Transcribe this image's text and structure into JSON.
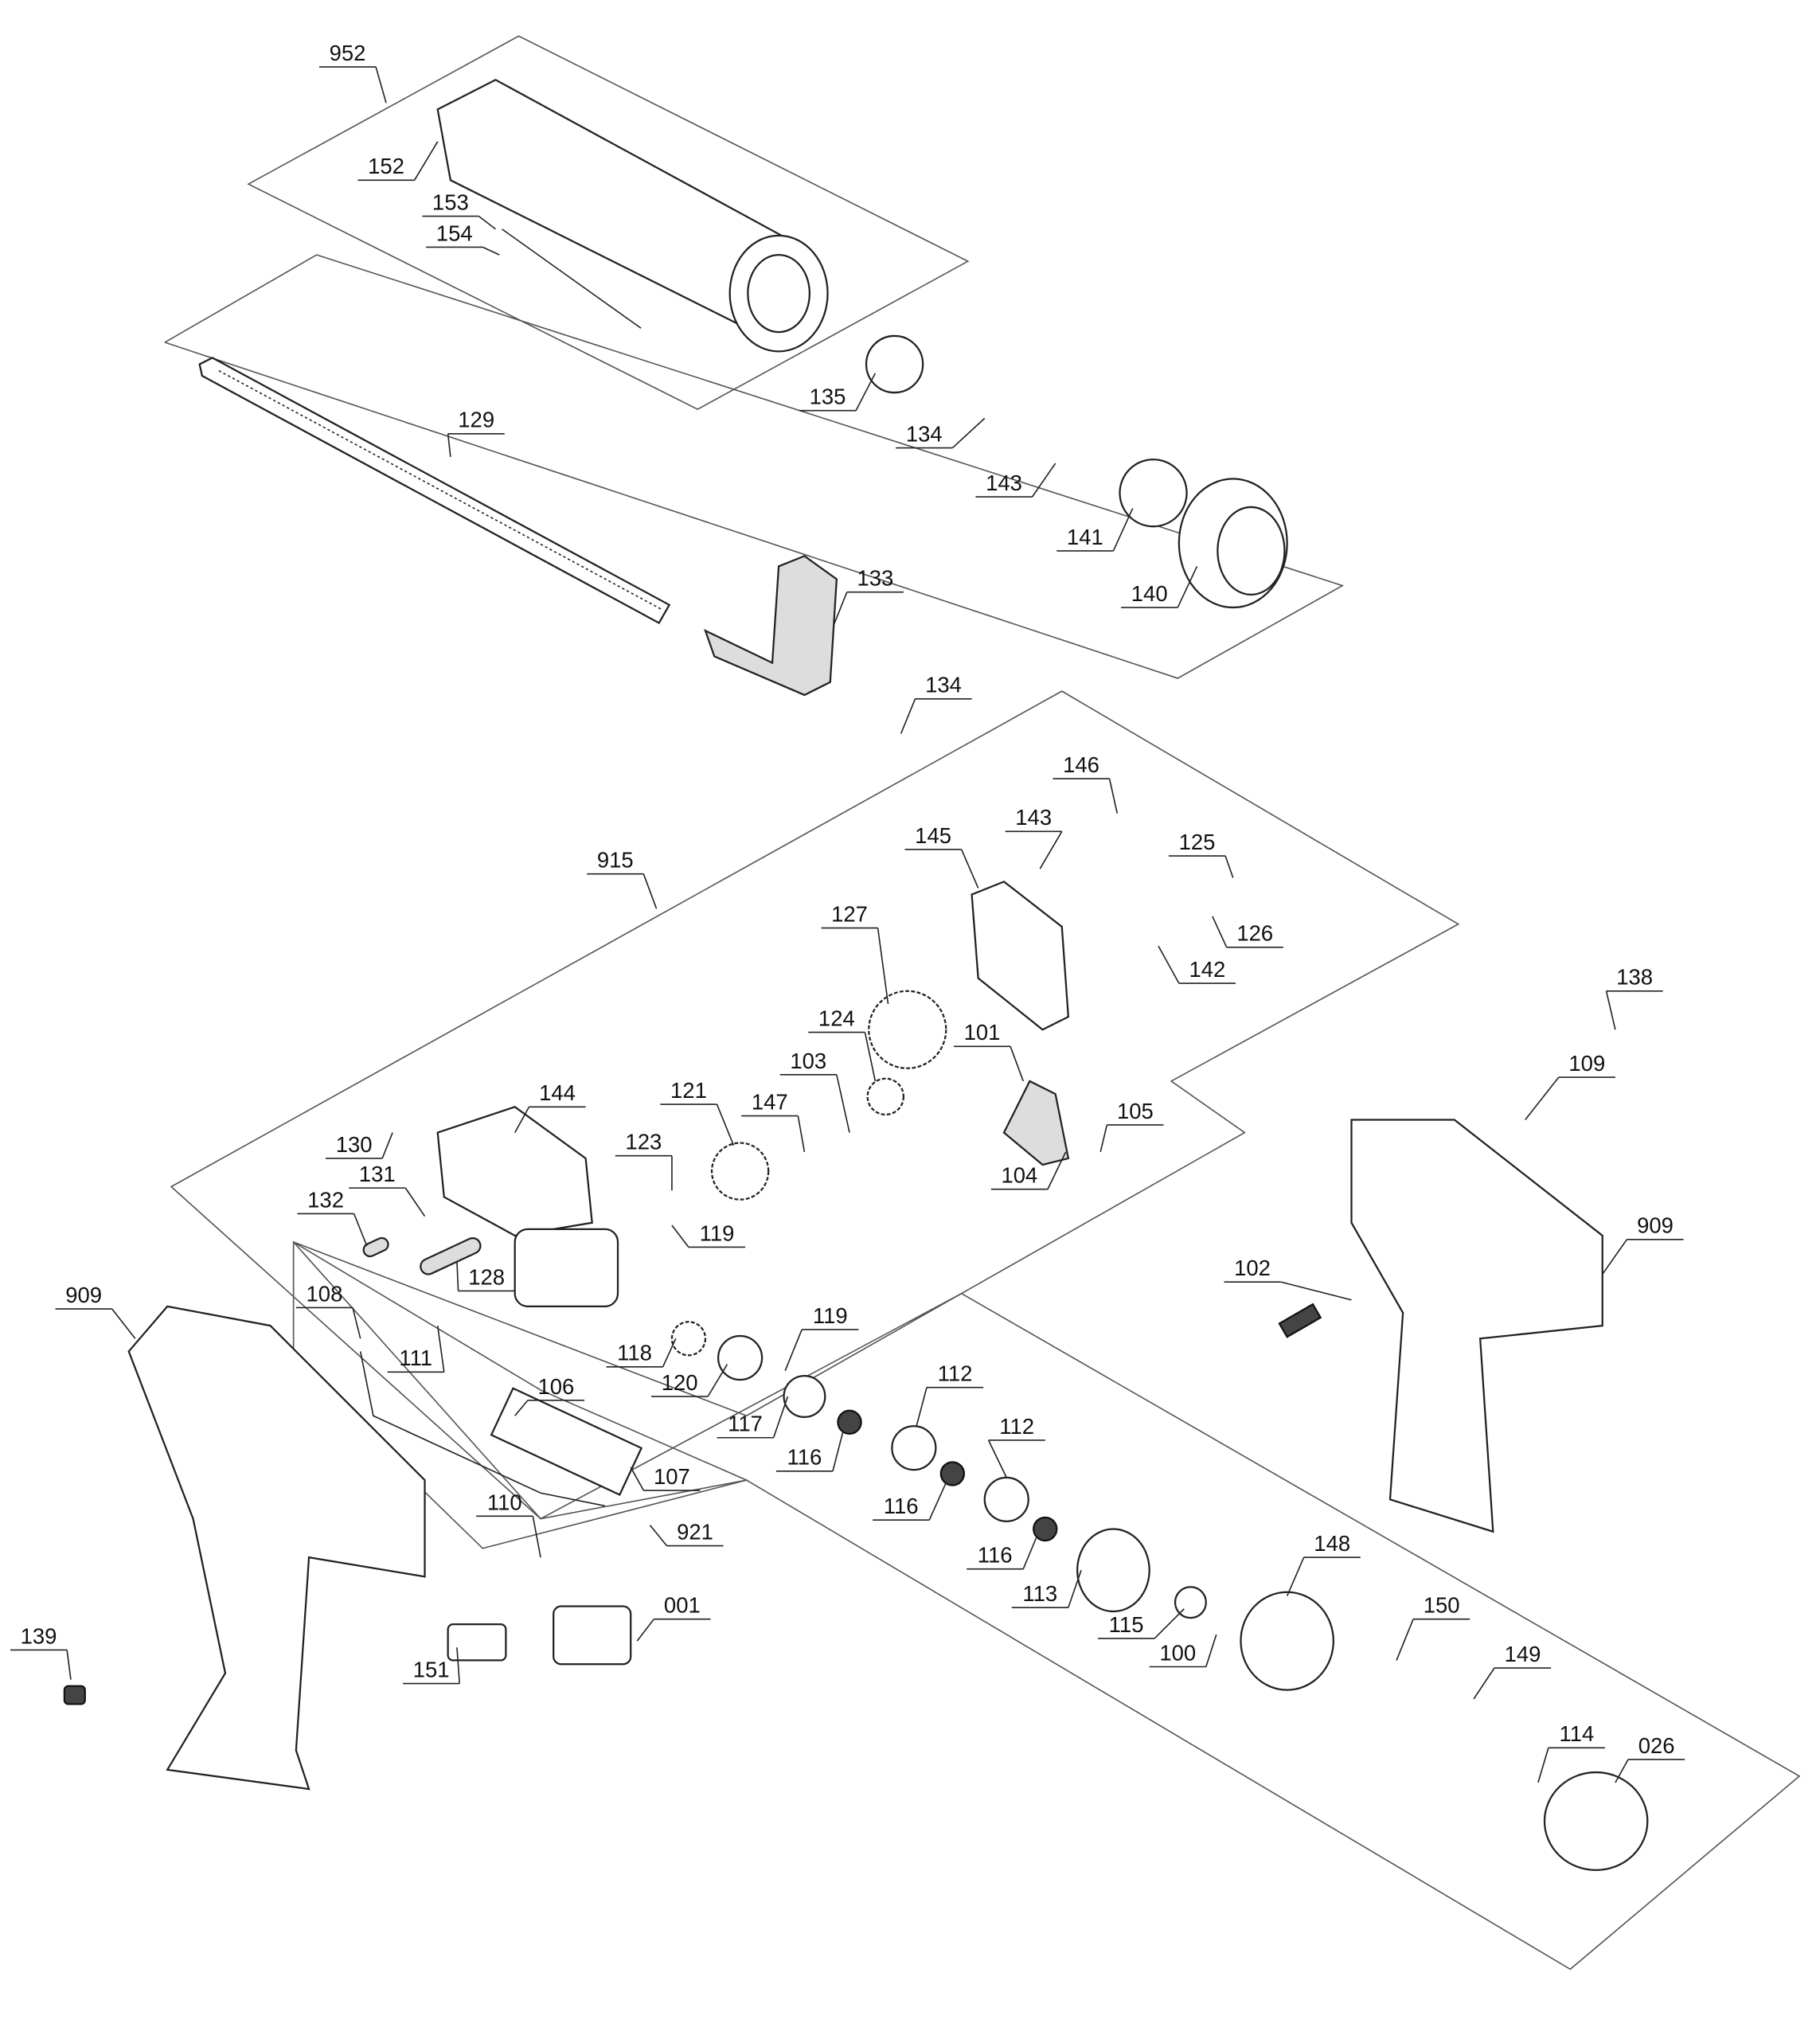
{
  "diagram": {
    "type": "exploded-parts-view",
    "part_labels": [
      "952",
      "152",
      "153",
      "154",
      "129",
      "135",
      "134",
      "143",
      "141",
      "140",
      "133",
      "134",
      "146",
      "143",
      "145",
      "125",
      "127",
      "126",
      "142",
      "124",
      "138",
      "103",
      "101",
      "109",
      "144",
      "121",
      "147",
      "105",
      "130",
      "123",
      "104",
      "131",
      "132",
      "119",
      "909",
      "915",
      "128",
      "102",
      "909",
      "108",
      "111",
      "118",
      "119",
      "106",
      "120",
      "112",
      "117",
      "116",
      "112",
      "107",
      "116",
      "110",
      "921",
      "116",
      "148",
      "113",
      "001",
      "150",
      "115",
      "100",
      "139",
      "151",
      "149",
      "114",
      "026"
    ]
  }
}
